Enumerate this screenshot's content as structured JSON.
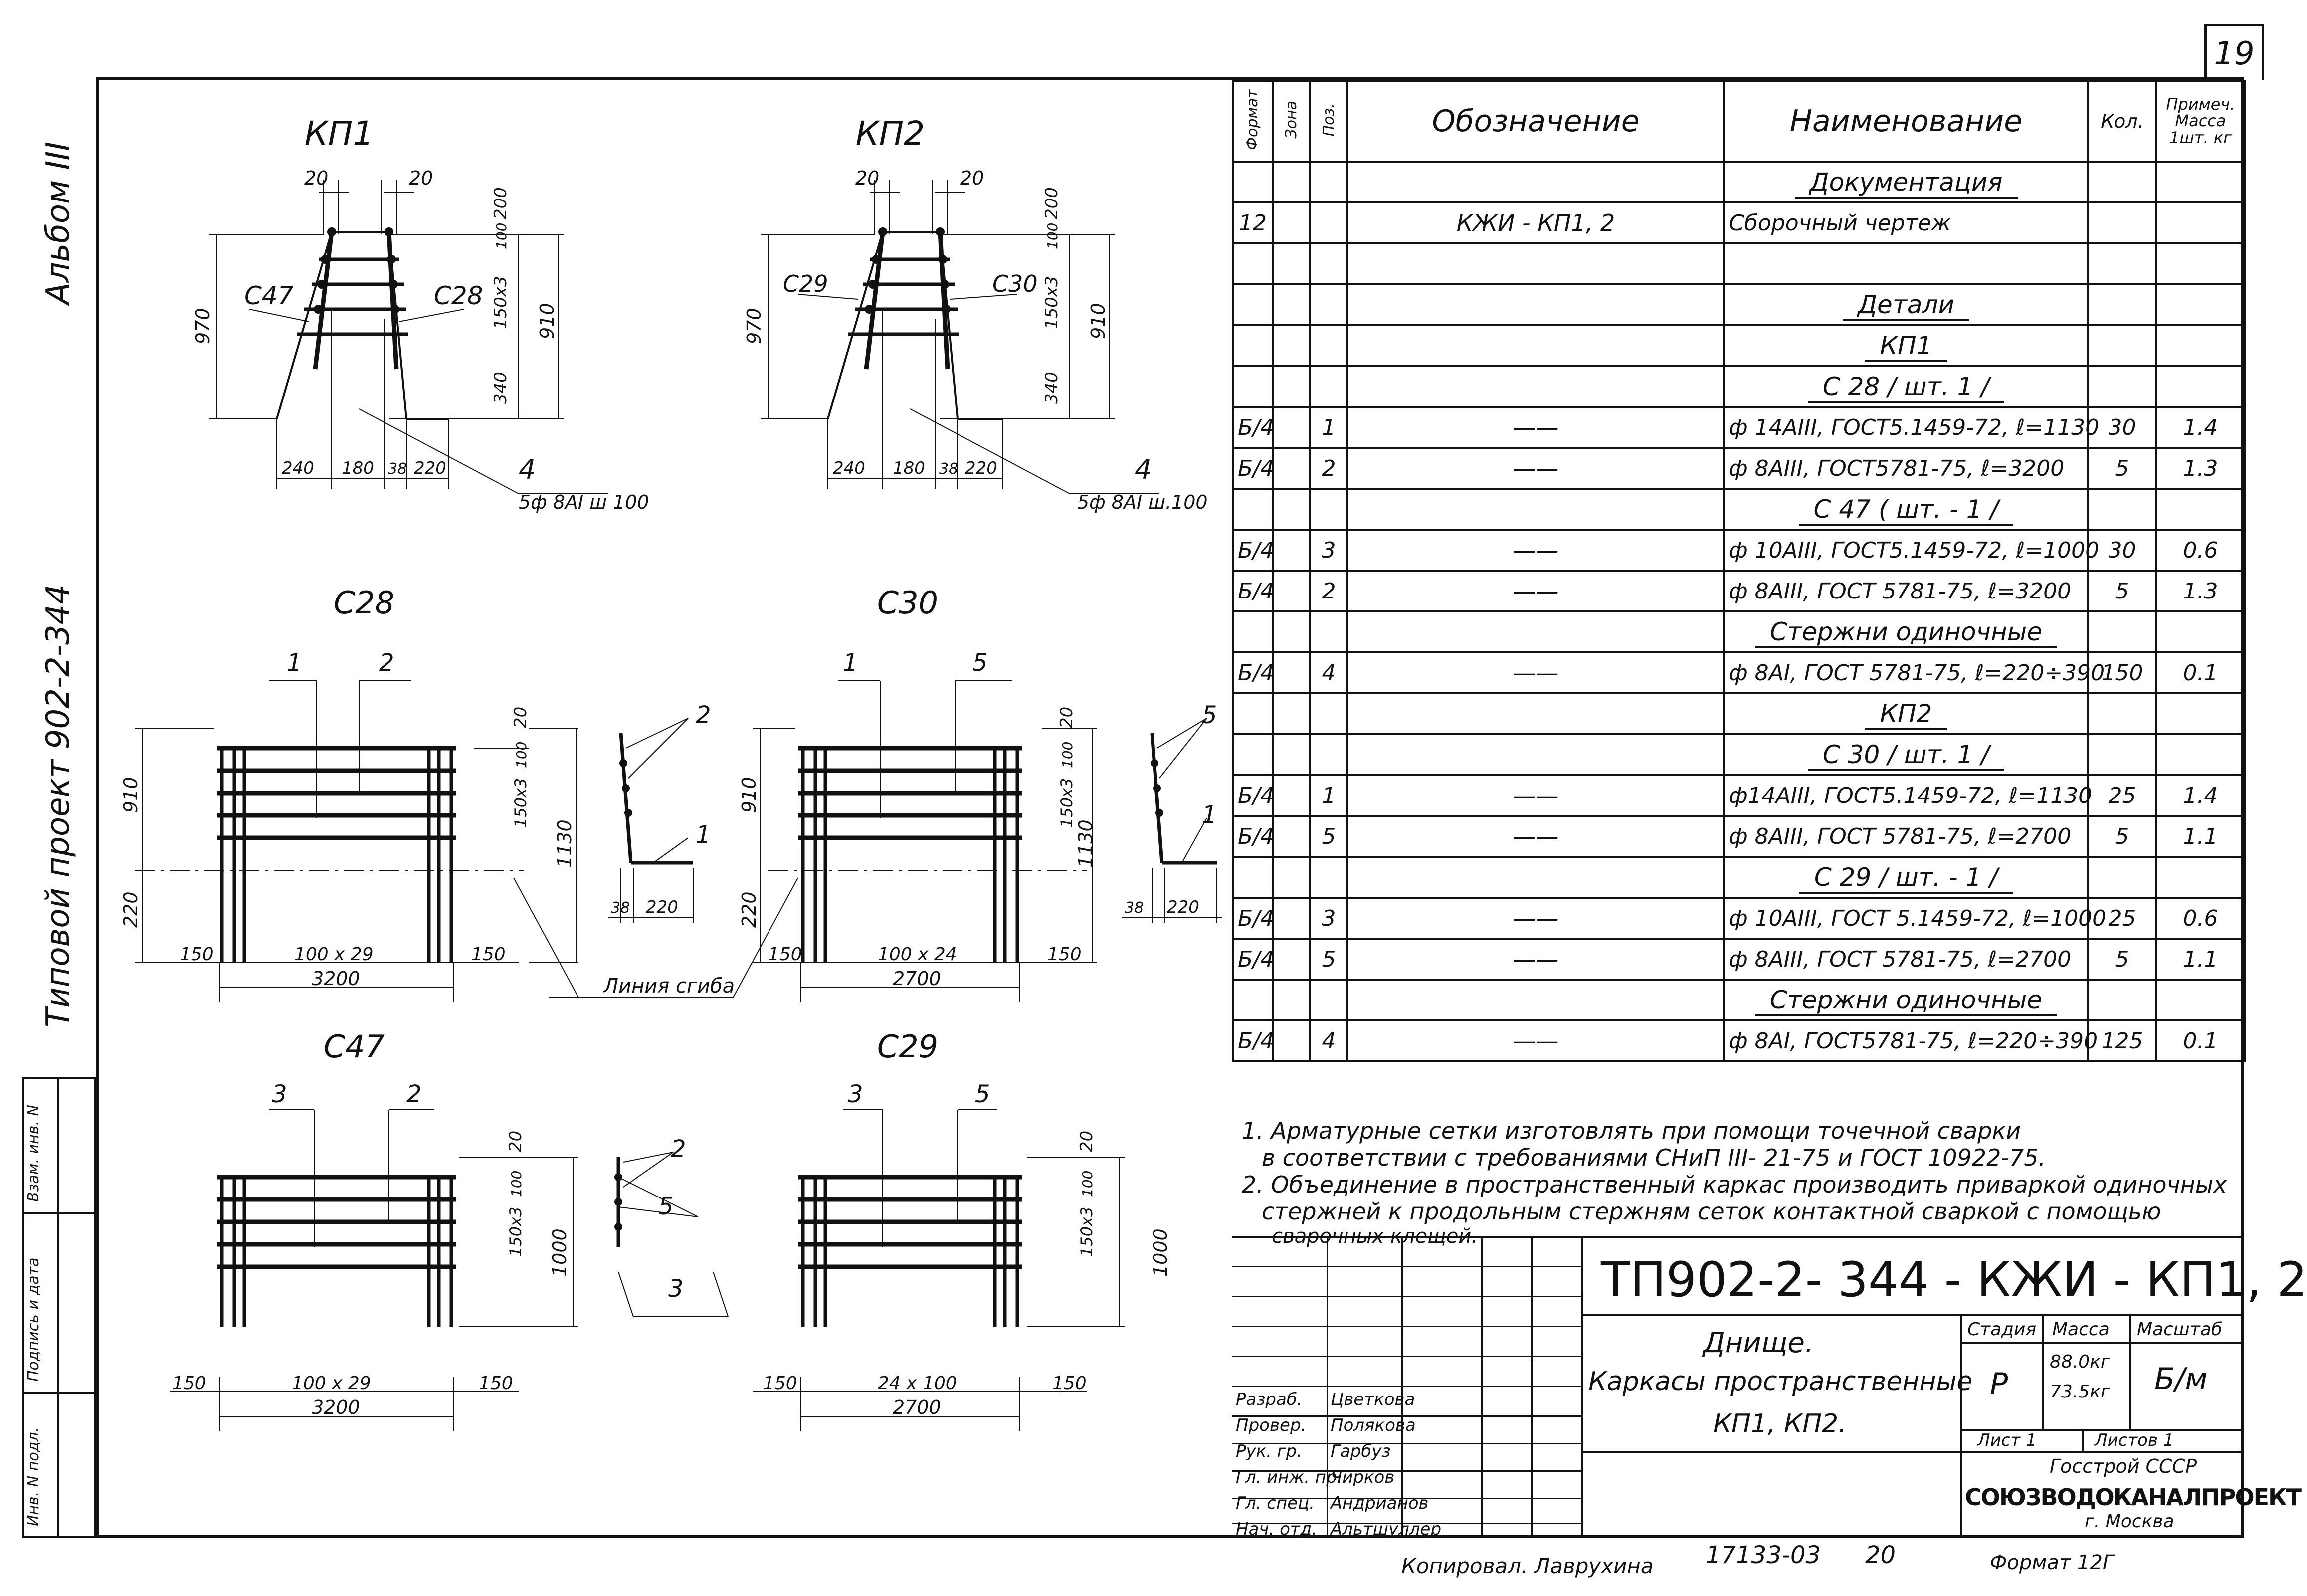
{
  "page_number": "19",
  "left_margin": {
    "album": "Альбом III",
    "project": "Типовой проект 902-2-344",
    "stamp_labels": [
      "Инв. N подл.",
      "Подпись и дата",
      "Взам. инв. N"
    ]
  },
  "drawings": {
    "kp1": {
      "title": "КП1",
      "dims": {
        "d20a": "20",
        "d20b": "20",
        "d200": "200",
        "d970": "970",
        "d910": "910",
        "d150x3": "150х3",
        "d100": "100",
        "d340": "340",
        "d240": "240",
        "d180": "180",
        "d38": "38",
        "d220": "220"
      },
      "labels": {
        "left": "С47",
        "right": "С28",
        "pos": "4",
        "rebar": "5ф 8АI ш 100"
      }
    },
    "kp2": {
      "title": "КП2",
      "dims": {
        "d20a": "20",
        "d20b": "20",
        "d200": "200",
        "d970": "970",
        "d910": "910",
        "d150x3": "150х3",
        "d100": "100",
        "d340": "340",
        "d240": "240",
        "d180": "180",
        "d38": "38",
        "d220": "220"
      },
      "labels": {
        "left": "С29",
        "right": "С30",
        "pos": "4",
        "rebar": "5ф 8АI ш.100"
      }
    },
    "c28": {
      "title": "С28",
      "pos1": "1",
      "pos2": "2",
      "side1": "2",
      "side2": "1",
      "dims": {
        "d910": "910",
        "d220": "220",
        "d20": "20",
        "d100": "100",
        "d150x3": "150х3",
        "d1130": "1130",
        "d38": "38",
        "d220b": "220",
        "d150a": "150",
        "d100x29": "100 х 29",
        "d150b": "150",
        "d3200": "3200"
      }
    },
    "c30": {
      "title": "С30",
      "pos1": "1",
      "pos2": "5",
      "side1": "5",
      "side2": "1",
      "dims": {
        "d910": "910",
        "d220": "220",
        "d20": "20",
        "d100": "100",
        "d150x3": "150х3",
        "d1130": "1130",
        "d38": "38",
        "d220b": "220",
        "d150a": "150",
        "d100x24": "100 х 24",
        "d150b": "150",
        "d2700": "2700"
      }
    },
    "bend_line": "Линия сгиба",
    "c47": {
      "title": "С47",
      "pos1": "3",
      "pos2": "2",
      "side": [
        "2",
        "5",
        "3"
      ],
      "dims": {
        "d20": "20",
        "d100": "100",
        "d150x3": "150х3",
        "d1000": "1000",
        "d150a": "150",
        "d100x29": "100 х 29",
        "d150b": "150",
        "d3200": "3200"
      }
    },
    "c29": {
      "title": "С29",
      "pos1": "3",
      "pos2": "5",
      "dims": {
        "d20": "20",
        "d100": "100",
        "d150x3": "150х3",
        "d1000": "1000",
        "d150a": "150",
        "d24x100": "24 х 100",
        "d150b": "150",
        "d2700": "2700"
      }
    }
  },
  "spec": {
    "headers": {
      "format": "Формат",
      "zone": "Зона",
      "pos": "Поз.",
      "designation": "Обозначение",
      "name": "Наименование",
      "qty": "Кол.",
      "note": "Примеч. Масса 1шт. кг"
    },
    "rows": [
      {
        "type": "section",
        "name": "Документация"
      },
      {
        "format": "12",
        "zone": "",
        "pos": "",
        "designation": "КЖИ - КП1, 2",
        "name": "Сборочный   чертеж",
        "qty": "",
        "note": ""
      },
      {
        "type": "blank"
      },
      {
        "type": "section",
        "name": "Детали"
      },
      {
        "type": "section",
        "name": "КП1"
      },
      {
        "type": "section",
        "name": "С 28 / шт. 1 /"
      },
      {
        "format": "Б/4",
        "zone": "",
        "pos": "1",
        "designation": "——",
        "name": "ф 14АIII, ГОСТ5.1459-72, ℓ=1130",
        "qty": "30",
        "note": "1.4"
      },
      {
        "format": "Б/4",
        "zone": "",
        "pos": "2",
        "designation": "——",
        "name": "ф 8АIII, ГОСТ5781-75, ℓ=3200",
        "qty": "5",
        "note": "1.3"
      },
      {
        "type": "section",
        "name": "С 47 ( шт. - 1 /"
      },
      {
        "format": "Б/4",
        "zone": "",
        "pos": "3",
        "designation": "——",
        "name": "ф 10АIII, ГОСТ5.1459-72, ℓ=1000",
        "qty": "30",
        "note": "0.6"
      },
      {
        "format": "Б/4",
        "zone": "",
        "pos": "2",
        "designation": "——",
        "name": "ф 8АIII, ГОСТ 5781-75, ℓ=3200",
        "qty": "5",
        "note": "1.3"
      },
      {
        "type": "section",
        "name": "Стержни  одиночные"
      },
      {
        "format": "Б/4",
        "zone": "",
        "pos": "4",
        "designation": "——",
        "name": "ф 8АI, ГОСТ 5781-75, ℓ=220÷390",
        "qty": "150",
        "note": "0.1"
      },
      {
        "type": "section",
        "name": "КП2"
      },
      {
        "type": "section",
        "name": "С 30 / шт. 1 /"
      },
      {
        "format": "Б/4",
        "zone": "",
        "pos": "1",
        "designation": "——",
        "name": "ф14АIII, ГОСТ5.1459-72, ℓ=1130",
        "qty": "25",
        "note": "1.4"
      },
      {
        "format": "Б/4",
        "zone": "",
        "pos": "5",
        "designation": "——",
        "name": "ф 8АIII, ГОСТ 5781-75, ℓ=2700",
        "qty": "5",
        "note": "1.1"
      },
      {
        "type": "section",
        "name": "С 29 / шт. - 1 /"
      },
      {
        "format": "Б/4",
        "zone": "",
        "pos": "3",
        "designation": "——",
        "name": "ф 10АIII, ГОСТ 5.1459-72, ℓ=1000",
        "qty": "25",
        "note": "0.6"
      },
      {
        "format": "Б/4",
        "zone": "",
        "pos": "5",
        "designation": "——",
        "name": "ф 8АIII, ГОСТ 5781-75, ℓ=2700",
        "qty": "5",
        "note": "1.1"
      },
      {
        "type": "section",
        "name": "Стержни  одиночные"
      },
      {
        "format": "Б/4",
        "zone": "",
        "pos": "4",
        "designation": "——",
        "name": "ф 8АI, ГОСТ5781-75, ℓ=220÷390",
        "qty": "125",
        "note": "0.1"
      }
    ]
  },
  "notes": [
    "1. Арматурные сетки изготовлять при помощи точечной сварки",
    "в соответствии с требованиями СНиП III- 21-75 и ГОСТ 10922-75.",
    "2. Объединение в пространственный каркас производить приваркой одиночных",
    "стержней к продольным стержням сеток контактной сваркой с помощью",
    "сварочных клещей."
  ],
  "title_block": {
    "code": "ТП902-2- 344 - КЖИ - КП1, 2",
    "title_lines": [
      "Днище.",
      "Каркасы пространственные",
      "КП1, КП2."
    ],
    "stage_label": "Стадия",
    "mass_label": "Масса",
    "scale_label": "Масштаб",
    "stage": "Р",
    "mass1": "88.0кг",
    "mass2": "73.5кг",
    "scale": "Б/м",
    "sheet": "Лист 1",
    "sheets": "Листов 1",
    "org1": "Госстрой СССР",
    "org2": "СОЮЗВОДОКАНАЛПРОЕКТ",
    "city": "г. Москва",
    "roles": [
      {
        "role": "Разраб.",
        "name": "Цветкова"
      },
      {
        "role": "Провер.",
        "name": "Полякова"
      },
      {
        "role": "Рук. гр.",
        "name": "Гарбуз"
      },
      {
        "role": "Гл. инж. пр.",
        "name": "Чирков"
      },
      {
        "role": "Гл. спец.",
        "name": "Андрианов"
      },
      {
        "role": "Нач. отд.",
        "name": "Альтшуллер"
      }
    ]
  },
  "footer": {
    "copied": "Копировал. Лаврухина",
    "order": "17133-03",
    "num": "20",
    "format": "Формат 12Г"
  }
}
